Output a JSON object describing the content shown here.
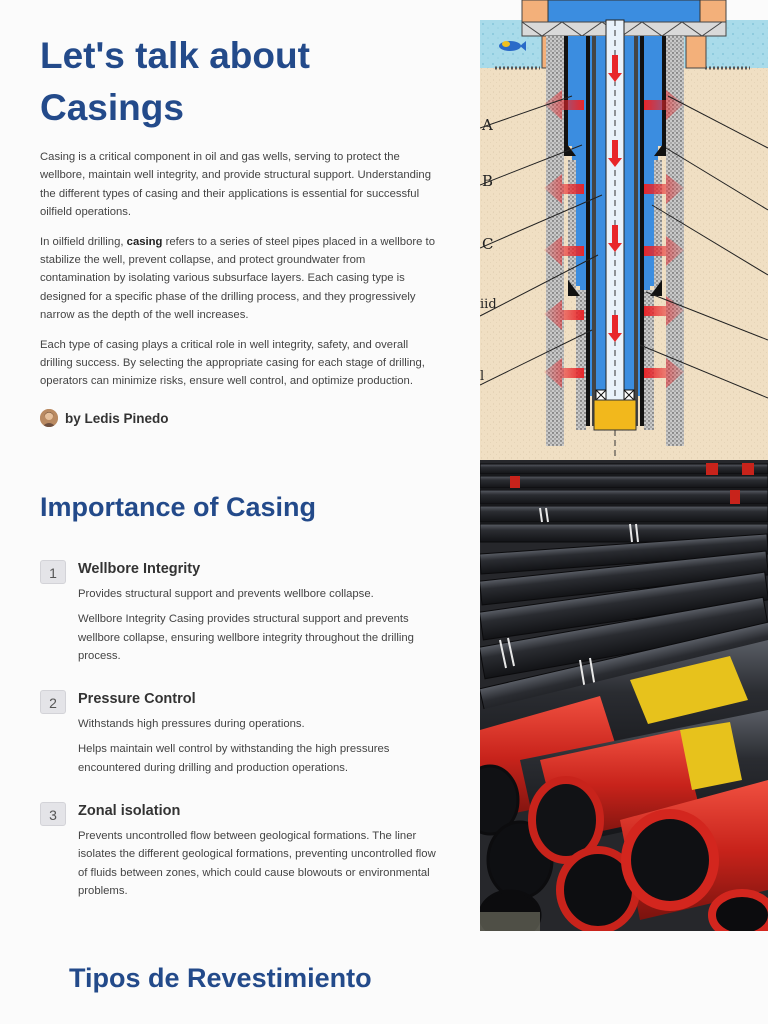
{
  "header": {
    "title": "Let's talk about Casings"
  },
  "intro": {
    "p1": "Casing is a critical component in oil and gas wells, serving to protect the wellbore, maintain well integrity, and provide structural support. Understanding the different types of casing and their applications is essential for successful oilfield operations.",
    "p2_before": "In oilfield drilling, ",
    "p2_bold": "casing",
    "p2_after": " refers to a series of steel pipes placed in a wellbore to stabilize the well, prevent collapse, and protect groundwater from contamination by isolating various subsurface layers. Each casing type is designed for a specific phase of the drilling process, and they progressively narrow as the depth of the well increases.",
    "p3": "Each type of casing plays a critical role in well integrity, safety, and overall drilling success. By selecting the appropriate casing for each stage of drilling, operators can minimize risks, ensure well control, and optimize production."
  },
  "author": {
    "name": "by Ledis Pinedo"
  },
  "importance": {
    "heading": "Importance of Casing",
    "items": [
      {
        "number": "1",
        "title": "Wellbore Integrity",
        "summary": "Provides structural support and prevents wellbore collapse.",
        "detail": "Wellbore Integrity Casing provides structural support and prevents wellbore collapse, ensuring wellbore integrity throughout the drilling process."
      },
      {
        "number": "2",
        "title": "Pressure Control",
        "summary": "Withstands high pressures during operations.",
        "detail": "Helps maintain well control by withstanding the high pressures encountered during drilling and production operations."
      },
      {
        "number": "3",
        "title": "Zonal isolation",
        "summary": "",
        "detail": "Prevents uncontrolled flow between geological formations. The liner isolates the different geological formations, preventing uncontrolled flow of fluids between zones, which could cause blowouts or environmental problems."
      }
    ]
  },
  "tipos": {
    "heading": "Tipos de Revestimiento"
  },
  "diagram": {
    "labels": [
      "A",
      "B",
      "C",
      "iid",
      "l"
    ]
  },
  "colors": {
    "heading": "#234a8a",
    "casing_blue": "#3b8de0",
    "arrow_red": "#e8262a",
    "cement_gray": "#8a8a8a",
    "pipe_red": "#d3261e",
    "pipe_black": "#1e1e22"
  }
}
